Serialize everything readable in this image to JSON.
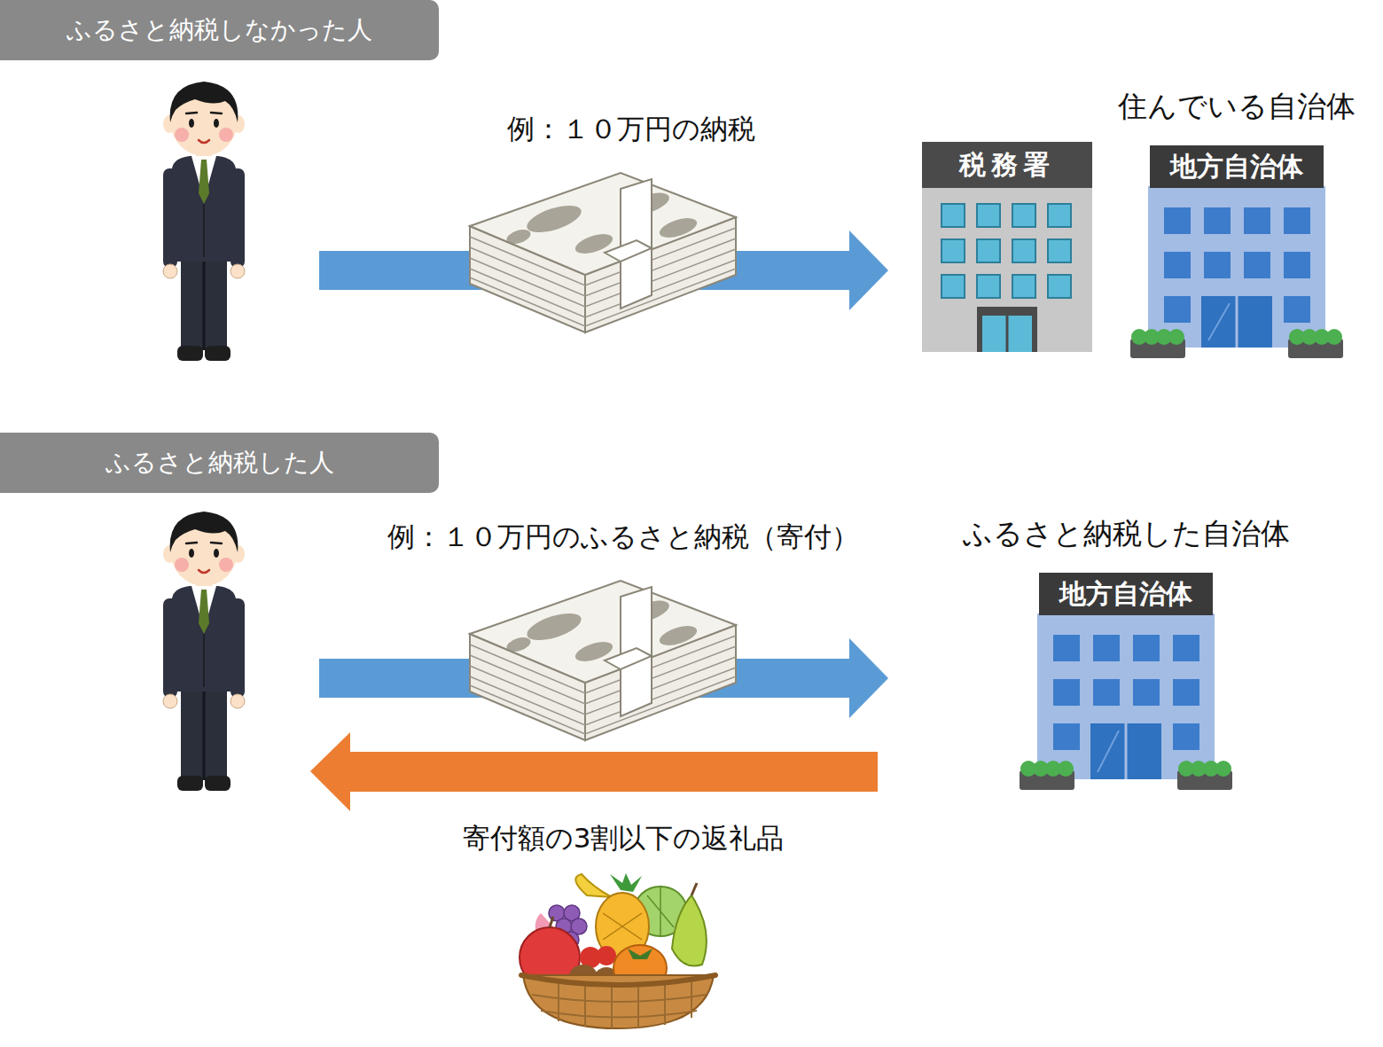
{
  "diagram": {
    "nodes": [
      {
        "text": [
          "ふるさと納税しなかった人"
        ]
      },
      {
        "text": [
          "税務署"
        ]
      },
      {
        "text": [
          "住んでいる自治体",
          "地方自治体"
        ]
      },
      {
        "text": [
          "ふるさと納税した人"
        ]
      },
      {
        "text": [
          "ふるさと納税した自治体",
          "地方自治体"
        ]
      }
    ],
    "labels": [
      "例：１０万円の納税",
      "例：１０万円のふるさと納税（寄付）",
      "寄付額の3割以下の返礼品"
    ]
  }
}
